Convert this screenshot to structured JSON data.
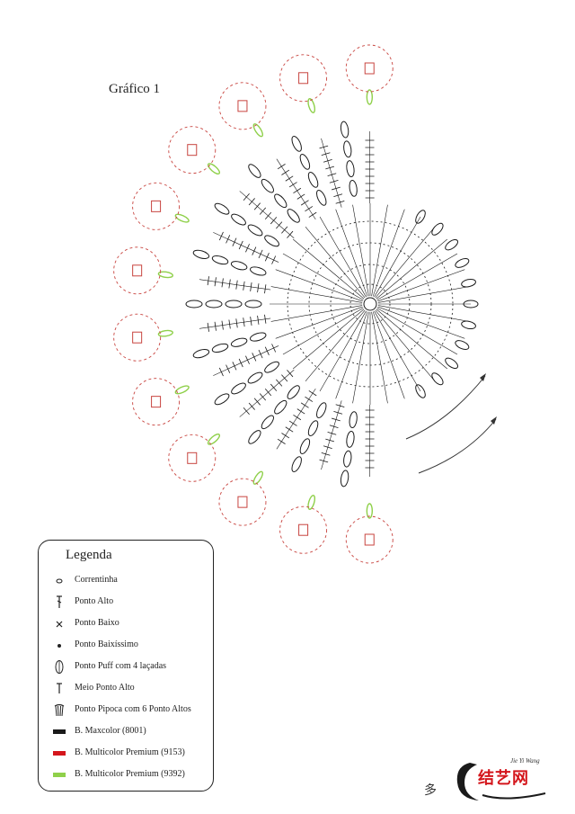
{
  "title": "Gráfico 1",
  "colors": {
    "black": "#1a1a1a",
    "red": "#c8443f",
    "green": "#8fd04a"
  },
  "legend": {
    "title": "Legenda",
    "items": [
      {
        "icon": "chain-stitch-icon",
        "label": "Correntinha"
      },
      {
        "icon": "double-crochet-icon",
        "label": "Ponto Alto"
      },
      {
        "icon": "single-crochet-icon",
        "label": "Ponto Baixo"
      },
      {
        "icon": "slip-stitch-icon",
        "label": "Ponto Baixíssimo"
      },
      {
        "icon": "puff-stitch-icon",
        "label": "Ponto Puff com 4 laçadas"
      },
      {
        "icon": "half-double-crochet-icon",
        "label": "Meio Ponto Alto"
      },
      {
        "icon": "popcorn-stitch-icon",
        "label": "Ponto Pipoca com 6 Ponto Altos"
      },
      {
        "icon": "black-swatch-icon",
        "label": "B. Maxcolor (8001)",
        "color": "#1a1a1a"
      },
      {
        "icon": "red-swatch-icon",
        "label": "B. Multicolor Premium (9153)",
        "color": "#d4161c"
      },
      {
        "icon": "green-swatch-icon",
        "label": "B. Multicolor Premium (9392)",
        "color": "#8fd04a"
      }
    ]
  },
  "watermark": {
    "text": "结艺网",
    "sub": "Jie Yi Wang",
    "corner": "多"
  }
}
